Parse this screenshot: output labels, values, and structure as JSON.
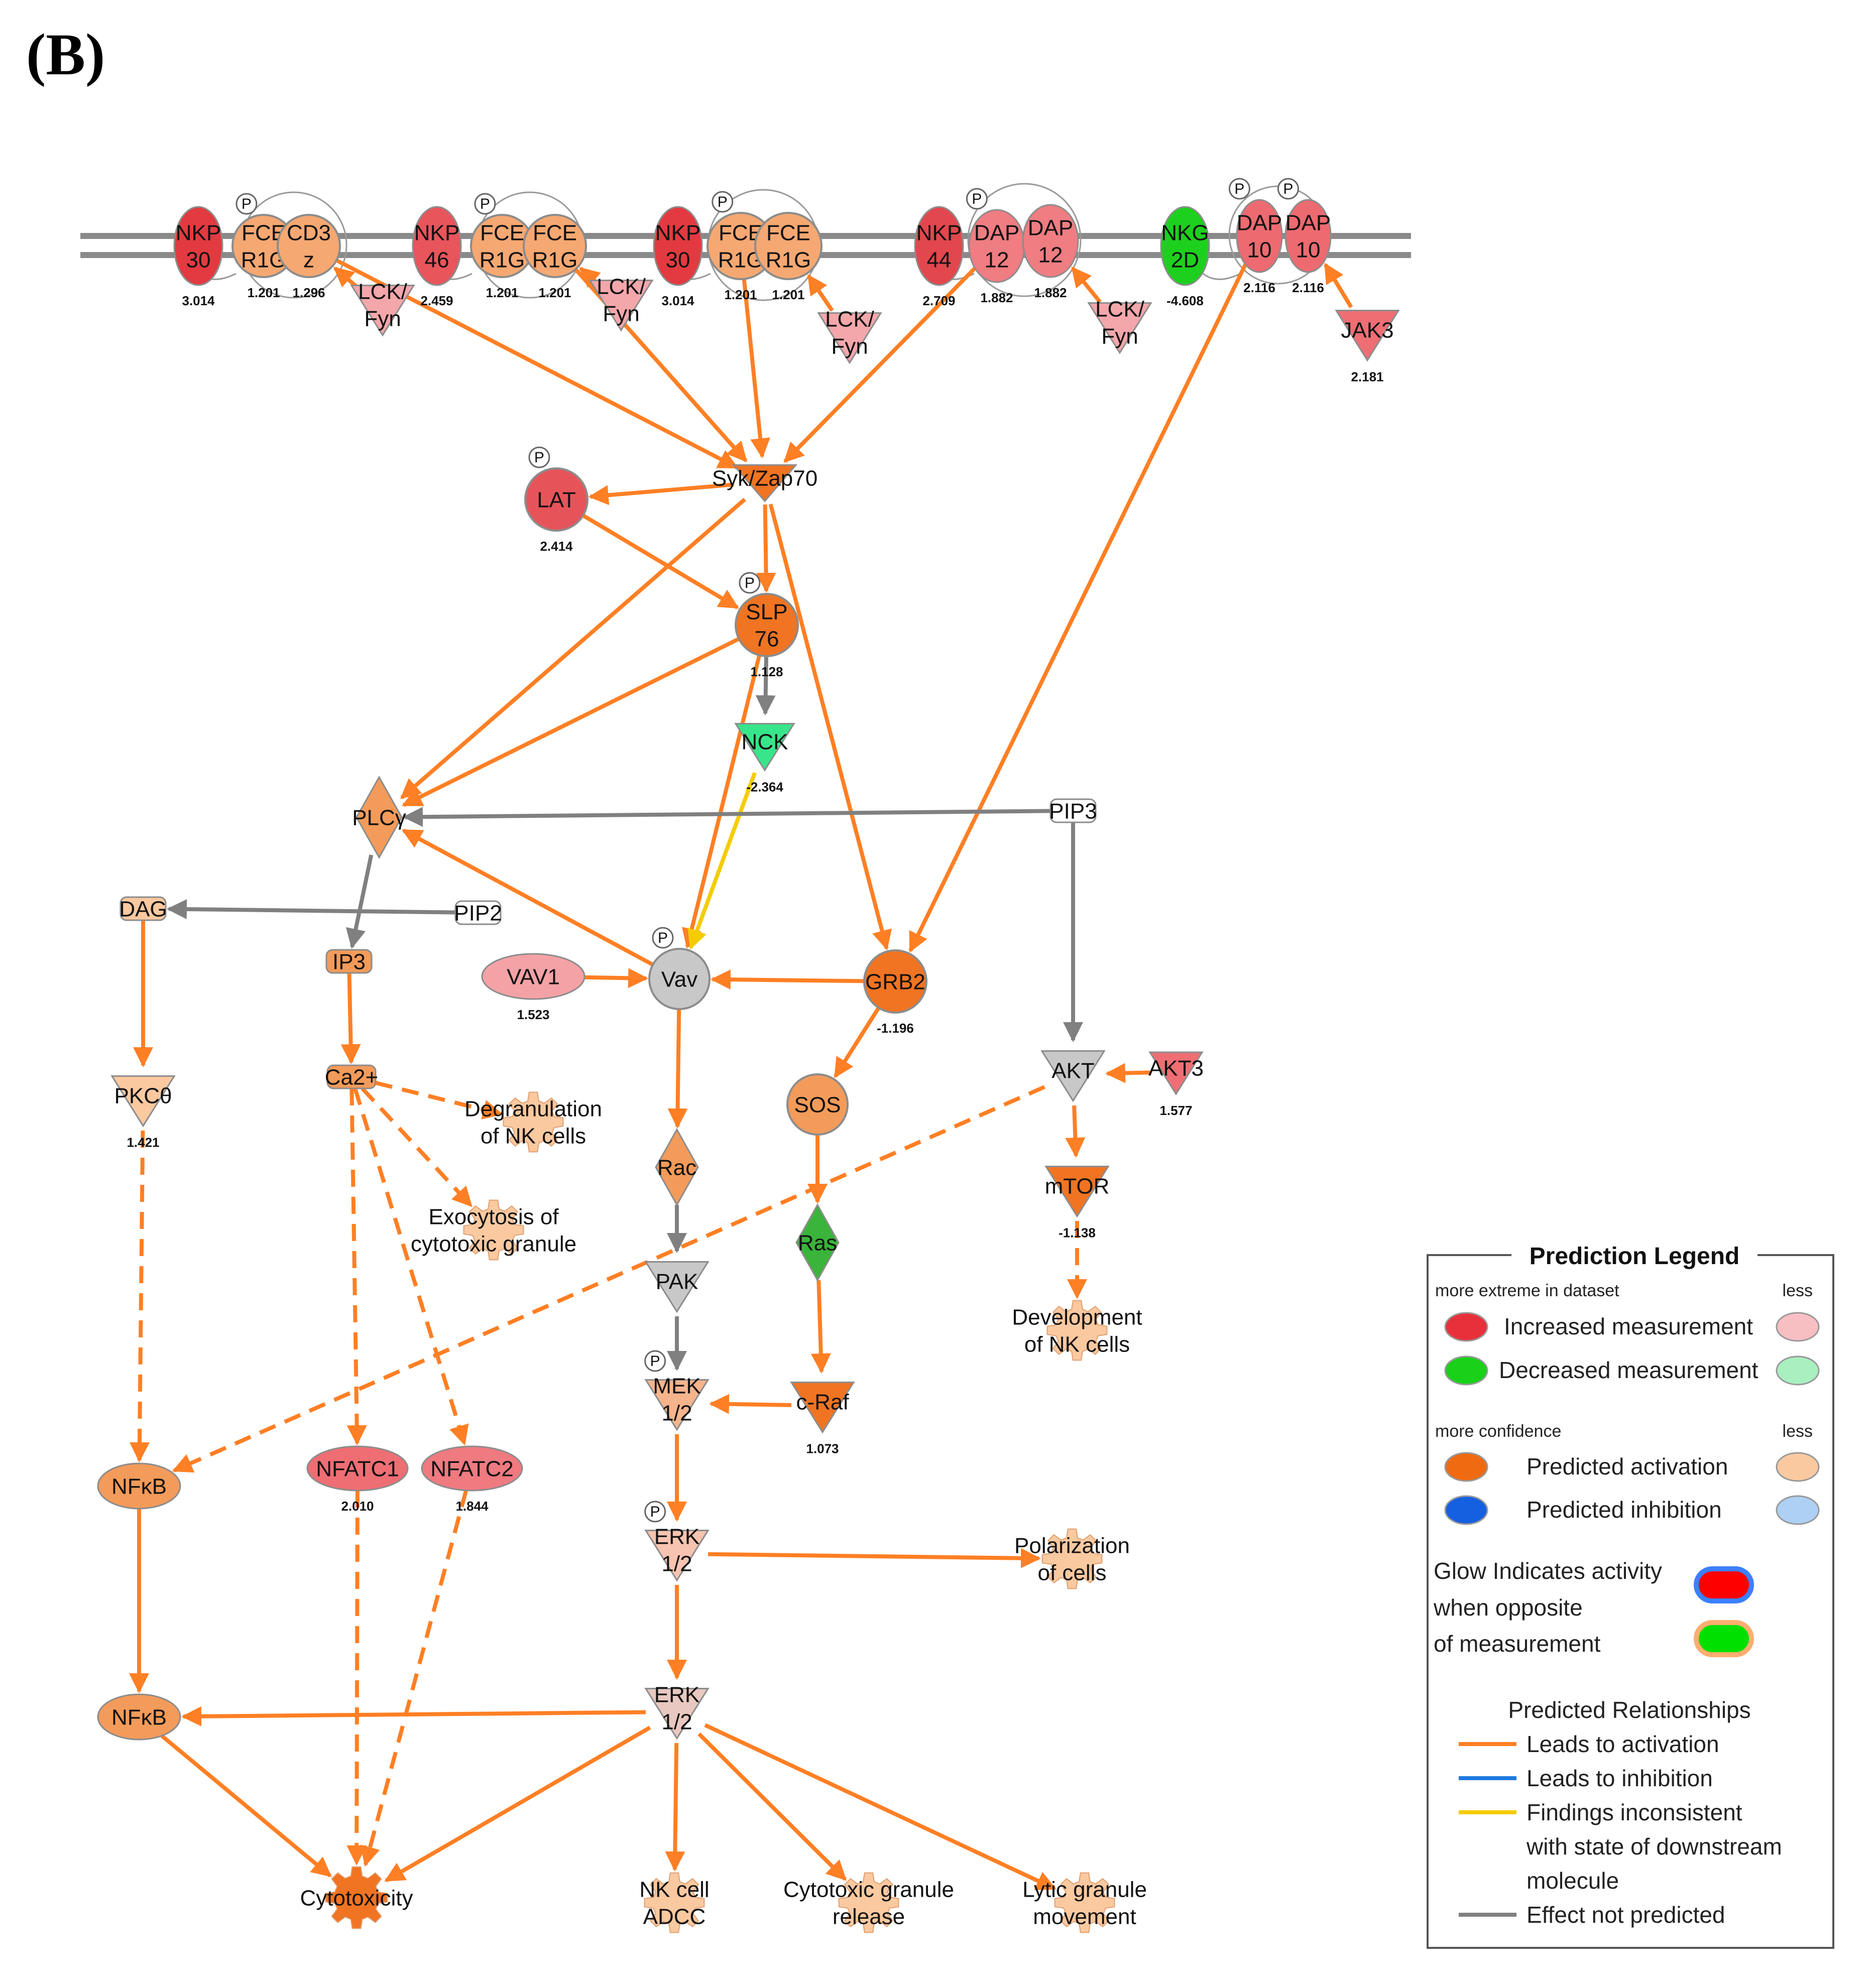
{
  "panel_label": "(B)",
  "colors": {
    "activation": "#ff7f24",
    "inhibition": "#1f7ae0",
    "inconsistent": "#f5cc00",
    "not_predicted": "#808080",
    "increased": "#e8303a",
    "increased_light": "#f6a6a8",
    "decreased": "#19d119",
    "predicted_activation": "#f07422",
    "predicted_activation_light": "#fbc9a0"
  },
  "nodes": [
    {
      "id": "nkp30a",
      "label": "NKP\n30",
      "value": "3.014",
      "shape": "ellipse",
      "fill": "#e23a40"
    },
    {
      "id": "fce1",
      "label": "FCE\nR1G",
      "value": "1.201",
      "shape": "circle",
      "fill": "#f6a872"
    },
    {
      "id": "cd3z",
      "label": "CD3\nz",
      "value": "1.296",
      "shape": "circle",
      "fill": "#f6a872"
    },
    {
      "id": "nkp46",
      "label": "NKP\n46",
      "value": "2.459",
      "shape": "ellipse",
      "fill": "#e8555b"
    },
    {
      "id": "fce2a",
      "label": "FCE\nR1G",
      "value": "1.201",
      "shape": "circle",
      "fill": "#f6a872"
    },
    {
      "id": "fce2b",
      "label": "FCE\nR1G",
      "value": "1.201",
      "shape": "circle",
      "fill": "#f6a872"
    },
    {
      "id": "nkp30b",
      "label": "NKP\n30",
      "value": "3.014",
      "shape": "ellipse",
      "fill": "#e23a40"
    },
    {
      "id": "fce3a",
      "label": "FCE\nR1G",
      "value": "1.201",
      "shape": "circle",
      "fill": "#f6a872"
    },
    {
      "id": "fce3b",
      "label": "FCE\nR1G",
      "value": "1.201",
      "shape": "circle",
      "fill": "#f6a872"
    },
    {
      "id": "nkp44",
      "label": "NKP\n44",
      "value": "2.709",
      "shape": "ellipse",
      "fill": "#e2474d"
    },
    {
      "id": "dap12a",
      "label": "DAP\n12",
      "value": "1.882",
      "shape": "ellipse",
      "fill": "#ef7d82"
    },
    {
      "id": "dap12b",
      "label": "DAP\n12",
      "value": "1.882",
      "shape": "ellipse",
      "fill": "#ef7d82"
    },
    {
      "id": "nkg2d",
      "label": "NKG\n2D",
      "value": "-4.608",
      "shape": "ellipse",
      "fill": "#1ed01e"
    },
    {
      "id": "dap10a",
      "label": "DAP\n10",
      "value": "2.116",
      "shape": "ellipse",
      "fill": "#ec6a70"
    },
    {
      "id": "dap10b",
      "label": "DAP\n10",
      "value": "2.116",
      "shape": "ellipse",
      "fill": "#ec6a70"
    },
    {
      "id": "lckfyn1",
      "label": "LCK/\nFyn",
      "value": "",
      "shape": "triangle",
      "fill": "#f4a7ab"
    },
    {
      "id": "lckfyn2",
      "label": "LCK/\nFyn",
      "value": "",
      "shape": "triangle",
      "fill": "#f4a7ab"
    },
    {
      "id": "lckfyn3",
      "label": "LCK/\nFyn",
      "value": "",
      "shape": "triangle",
      "fill": "#f4a7ab"
    },
    {
      "id": "lckfyn4",
      "label": "LCK/\nFyn",
      "value": "",
      "shape": "triangle",
      "fill": "#f4a7ab"
    },
    {
      "id": "jak3",
      "label": "JAK3",
      "value": "2.181",
      "shape": "triangle",
      "fill": "#ee6e74"
    },
    {
      "id": "syk",
      "label": "Syk/Zap70",
      "value": "",
      "shape": "triangle",
      "fill": "#f07422"
    },
    {
      "id": "lat",
      "label": "LAT",
      "value": "2.414",
      "shape": "circle",
      "fill": "#e6545a"
    },
    {
      "id": "slp76",
      "label": "SLP\n76",
      "value": "1.128",
      "shape": "circle",
      "fill": "#f07422"
    },
    {
      "id": "nck",
      "label": "NCK",
      "value": "-2.364",
      "shape": "triangle",
      "fill": "#38e58a"
    },
    {
      "id": "plcg",
      "label": "PLCγ",
      "value": "",
      "shape": "diamond",
      "fill": "#f39b5a"
    },
    {
      "id": "pip3",
      "label": "PIP3",
      "value": "",
      "shape": "rect",
      "fill": "#ffffff"
    },
    {
      "id": "dag",
      "label": "DAG",
      "value": "",
      "shape": "rect",
      "fill": "#fbc9a0"
    },
    {
      "id": "pip2",
      "label": "PIP2",
      "value": "",
      "shape": "rect",
      "fill": "#ffffff"
    },
    {
      "id": "ip3",
      "label": "IP3",
      "value": "",
      "shape": "rect",
      "fill": "#f39b5a"
    },
    {
      "id": "vav1",
      "label": "VAV1",
      "value": "1.523",
      "shape": "ellipse",
      "fill": "#f4a2a6"
    },
    {
      "id": "vav",
      "label": "Vav",
      "value": "",
      "shape": "circle",
      "fill": "#c8c8c8"
    },
    {
      "id": "grb2",
      "label": "GRB2",
      "value": "-1.196",
      "shape": "circle",
      "fill": "#f07422"
    },
    {
      "id": "ca2",
      "label": "Ca2+",
      "value": "",
      "shape": "rect",
      "fill": "#f39b5a"
    },
    {
      "id": "pkct",
      "label": "PKCθ",
      "value": "1.421",
      "shape": "triangle",
      "fill": "#fbc9a0"
    },
    {
      "id": "degran",
      "label": "Degranulation\nof NK cells",
      "value": "",
      "shape": "gear",
      "fill": "#fbc9a0"
    },
    {
      "id": "exocyt",
      "label": "Exocytosis of\ncytotoxic granule",
      "value": "",
      "shape": "gear",
      "fill": "#fbc9a0"
    },
    {
      "id": "sos",
      "label": "SOS",
      "value": "",
      "shape": "circle",
      "fill": "#f39b5a"
    },
    {
      "id": "akt",
      "label": "AKT",
      "value": "",
      "shape": "triangle",
      "fill": "#c8c8c8"
    },
    {
      "id": "akt3",
      "label": "AKT3",
      "value": "1.577",
      "shape": "triangle",
      "fill": "#ee6e74"
    },
    {
      "id": "rac",
      "label": "Rac",
      "value": "",
      "shape": "diamond",
      "fill": "#f39b5a"
    },
    {
      "id": "ras",
      "label": "Ras",
      "value": "",
      "shape": "diamond",
      "fill": "#3ab43a"
    },
    {
      "id": "mtor",
      "label": "mTOR",
      "value": "-1.138",
      "shape": "triangle",
      "fill": "#f07422"
    },
    {
      "id": "pak",
      "label": "PAK",
      "value": "",
      "shape": "triangle",
      "fill": "#c8c8c8"
    },
    {
      "id": "devnk",
      "label": "Development\nof NK cells",
      "value": "",
      "shape": "gear",
      "fill": "#fbc9a0"
    },
    {
      "id": "mek",
      "label": "MEK\n1/2",
      "value": "",
      "shape": "triangle",
      "fill": "#f6b48c"
    },
    {
      "id": "craf",
      "label": "c-Raf",
      "value": "1.073",
      "shape": "triangle",
      "fill": "#f07422"
    },
    {
      "id": "nfkb1",
      "label": "NFκB",
      "value": "",
      "shape": "ellipse",
      "fill": "#f39b5a"
    },
    {
      "id": "nfatc1",
      "label": "NFATC1",
      "value": "2.010",
      "shape": "ellipse",
      "fill": "#ee6e74"
    },
    {
      "id": "nfatc2",
      "label": "NFATC2",
      "value": "1.844",
      "shape": "ellipse",
      "fill": "#ef7a80"
    },
    {
      "id": "erk1",
      "label": "ERK\n1/2",
      "value": "",
      "shape": "triangle",
      "fill": "#f6c4b0"
    },
    {
      "id": "polar",
      "label": "Polarization\nof cells",
      "value": "",
      "shape": "gear",
      "fill": "#fbc9a0"
    },
    {
      "id": "nfkb2",
      "label": "NFκB",
      "value": "",
      "shape": "ellipse",
      "fill": "#f39b5a"
    },
    {
      "id": "erk2",
      "label": "ERK\n1/2",
      "value": "",
      "shape": "triangle",
      "fill": "#e8c8c0"
    },
    {
      "id": "cytotox",
      "label": "Cytotoxicity",
      "value": "",
      "shape": "gear",
      "fill": "#f07422"
    },
    {
      "id": "nkadcc",
      "label": "NK cell\nADCC",
      "value": "",
      "shape": "gear",
      "fill": "#fbc9a0"
    },
    {
      "id": "cgr",
      "label": "Cytotoxic granule\nrelease",
      "value": "",
      "shape": "gear",
      "fill": "#fbc9a0"
    },
    {
      "id": "lgm",
      "label": "Lytic granule\nmovement",
      "value": "",
      "shape": "gear",
      "fill": "#fbc9a0"
    }
  ],
  "edges": [
    {
      "from": "cd3z",
      "to": "syk",
      "type": "activation",
      "dashed": false
    },
    {
      "from": "fce2b",
      "to": "syk",
      "type": "activation",
      "dashed": false
    },
    {
      "from": "fce3a",
      "to": "syk",
      "type": "activation",
      "dashed": false
    },
    {
      "from": "dap12a",
      "to": "syk",
      "type": "activation",
      "dashed": false
    },
    {
      "from": "lckfyn1",
      "to": "cd3z",
      "type": "activation",
      "dashed": false
    },
    {
      "from": "lckfyn2",
      "to": "fce2b",
      "type": "activation",
      "dashed": false
    },
    {
      "from": "lckfyn3",
      "to": "fce3b",
      "type": "activation",
      "dashed": false
    },
    {
      "from": "lckfyn4",
      "to": "dap12b",
      "type": "activation",
      "dashed": false
    },
    {
      "from": "jak3",
      "to": "dap10b",
      "type": "activation",
      "dashed": false
    },
    {
      "from": "dap10a",
      "to": "grb2",
      "type": "activation",
      "dashed": false
    },
    {
      "from": "syk",
      "to": "lat",
      "type": "activation",
      "dashed": false
    },
    {
      "from": "syk",
      "to": "slp76",
      "type": "activation",
      "dashed": false
    },
    {
      "from": "syk",
      "to": "plcg",
      "type": "activation",
      "dashed": false
    },
    {
      "from": "syk",
      "to": "grb2",
      "type": "activation",
      "dashed": false
    },
    {
      "from": "lat",
      "to": "slp76",
      "type": "activation",
      "dashed": false
    },
    {
      "from": "slp76",
      "to": "plcg",
      "type": "activation",
      "dashed": false
    },
    {
      "from": "slp76",
      "to": "vav",
      "type": "activation",
      "dashed": false
    },
    {
      "from": "slp76",
      "to": "nck",
      "type": "not_predicted",
      "dashed": false
    },
    {
      "from": "nck",
      "to": "vav",
      "type": "inconsistent",
      "dashed": false
    },
    {
      "from": "pip3",
      "to": "plcg",
      "type": "not_predicted",
      "dashed": false
    },
    {
      "from": "pip3",
      "to": "akt",
      "type": "not_predicted",
      "dashed": false
    },
    {
      "from": "plcg",
      "to": "ip3",
      "type": "not_predicted",
      "dashed": false
    },
    {
      "from": "pip2",
      "to": "dag",
      "type": "not_predicted",
      "dashed": false
    },
    {
      "from": "vav",
      "to": "plcg",
      "type": "activation",
      "dashed": false
    },
    {
      "from": "vav1",
      "to": "vav",
      "type": "activation",
      "dashed": false
    },
    {
      "from": "grb2",
      "to": "vav",
      "type": "activation",
      "dashed": false
    },
    {
      "from": "grb2",
      "to": "sos",
      "type": "activation",
      "dashed": false
    },
    {
      "from": "dag",
      "to": "pkct",
      "type": "activation",
      "dashed": false
    },
    {
      "from": "ip3",
      "to": "ca2",
      "type": "activation",
      "dashed": false
    },
    {
      "from": "ca2",
      "to": "degran",
      "type": "activation",
      "dashed": true
    },
    {
      "from": "ca2",
      "to": "exocyt",
      "type": "activation",
      "dashed": true
    },
    {
      "from": "ca2",
      "to": "nfatc1",
      "type": "activation",
      "dashed": true
    },
    {
      "from": "ca2",
      "to": "nfatc2",
      "type": "activation",
      "dashed": true
    },
    {
      "from": "vav",
      "to": "rac",
      "type": "activation",
      "dashed": false
    },
    {
      "from": "sos",
      "to": "ras",
      "type": "activation",
      "dashed": false
    },
    {
      "from": "akt3",
      "to": "akt",
      "type": "activation",
      "dashed": false
    },
    {
      "from": "akt",
      "to": "mtor",
      "type": "activation",
      "dashed": false
    },
    {
      "from": "akt",
      "to": "nfkb1",
      "type": "activation",
      "dashed": true
    },
    {
      "from": "mtor",
      "to": "devnk",
      "type": "activation",
      "dashed": true
    },
    {
      "from": "rac",
      "to": "pak",
      "type": "not_predicted",
      "dashed": false
    },
    {
      "from": "ras",
      "to": "craf",
      "type": "activation",
      "dashed": false
    },
    {
      "from": "pak",
      "to": "mek",
      "type": "not_predicted",
      "dashed": false
    },
    {
      "from": "craf",
      "to": "mek",
      "type": "activation",
      "dashed": false
    },
    {
      "from": "pkct",
      "to": "nfkb1",
      "type": "activation",
      "dashed": true
    },
    {
      "from": "mek",
      "to": "erk1",
      "type": "activation",
      "dashed": false
    },
    {
      "from": "erk1",
      "to": "polar",
      "type": "activation",
      "dashed": false
    },
    {
      "from": "erk1",
      "to": "erk2",
      "type": "activation",
      "dashed": false
    },
    {
      "from": "nfkb1",
      "to": "nfkb2",
      "type": "activation",
      "dashed": false
    },
    {
      "from": "erk2",
      "to": "nfkb2",
      "type": "activation",
      "dashed": false
    },
    {
      "from": "nfkb2",
      "to": "cytotox",
      "type": "activation",
      "dashed": false
    },
    {
      "from": "nfatc1",
      "to": "cytotox",
      "type": "activation",
      "dashed": true
    },
    {
      "from": "nfatc2",
      "to": "cytotox",
      "type": "activation",
      "dashed": true
    },
    {
      "from": "erk2",
      "to": "cytotox",
      "type": "activation",
      "dashed": false
    },
    {
      "from": "erk2",
      "to": "nkadcc",
      "type": "activation",
      "dashed": false
    },
    {
      "from": "erk2",
      "to": "cgr",
      "type": "activation",
      "dashed": false
    },
    {
      "from": "erk2",
      "to": "lgm",
      "type": "activation",
      "dashed": false
    }
  ],
  "phospho_tags": [
    {
      "label": "P",
      "near": "fce1"
    },
    {
      "label": "P",
      "near": "fce2a"
    },
    {
      "label": "P",
      "near": "fce3a"
    },
    {
      "label": "P",
      "near": "dap12a"
    },
    {
      "label": "P",
      "near": "dap10a"
    },
    {
      "label": "P",
      "near": "dap10b"
    },
    {
      "label": "P",
      "near": "lat"
    },
    {
      "label": "P",
      "near": "slp76"
    },
    {
      "label": "P",
      "near": "vav"
    },
    {
      "label": "P",
      "near": "mek"
    },
    {
      "label": "P",
      "near": "erk1"
    }
  ],
  "legend": {
    "title": "Prediction Legend",
    "measure_more": "more extreme in dataset",
    "measure_less": "less",
    "increased": "Increased measurement",
    "decreased": "Decreased measurement",
    "conf_more": "more confidence",
    "conf_less": "less",
    "activation": "Predicted activation",
    "inhibition": "Predicted inhibition",
    "glow_line1": "Glow Indicates activity",
    "glow_line2": "when opposite",
    "glow_line3": "of measurement",
    "relationships_title": "Predicted Relationships",
    "rel_activation": "Leads to activation",
    "rel_inhibition": "Leads to inhibition",
    "rel_inconsistent_line1": "Findings inconsistent",
    "rel_inconsistent_line2": "with state of downstream",
    "rel_inconsistent_line3": "molecule",
    "rel_not_predicted": "Effect not predicted"
  }
}
